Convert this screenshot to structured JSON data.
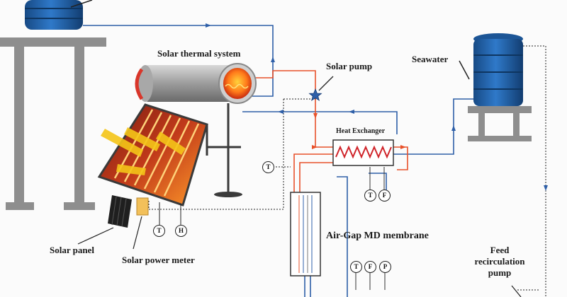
{
  "labels": {
    "solar_thermal_system": "Solar thermal system",
    "solar_pump": "Solar pump",
    "seawater": "Seawater",
    "heat_exchanger": "Heat Exchanger",
    "membrane": "Air-Gap MD membrane",
    "solar_panel": "Solar panel",
    "solar_power_meter": "Solar power meter",
    "feed_pump_line1": "Feed",
    "feed_pump_line2": "recirculation",
    "feed_pump_line3": "pump"
  },
  "sensors": {
    "t_left": "T",
    "t_collector": "T",
    "h_collector": "H",
    "t_hx": "T",
    "f_hx": "F",
    "t_md": "T",
    "f_md": "F",
    "p_md": "P"
  },
  "colors": {
    "hot_line": "#e8512a",
    "cold_line": "#2e5fa8",
    "tank_blue": "#1f5fa5",
    "stand_gray": "#8e8e8e"
  }
}
